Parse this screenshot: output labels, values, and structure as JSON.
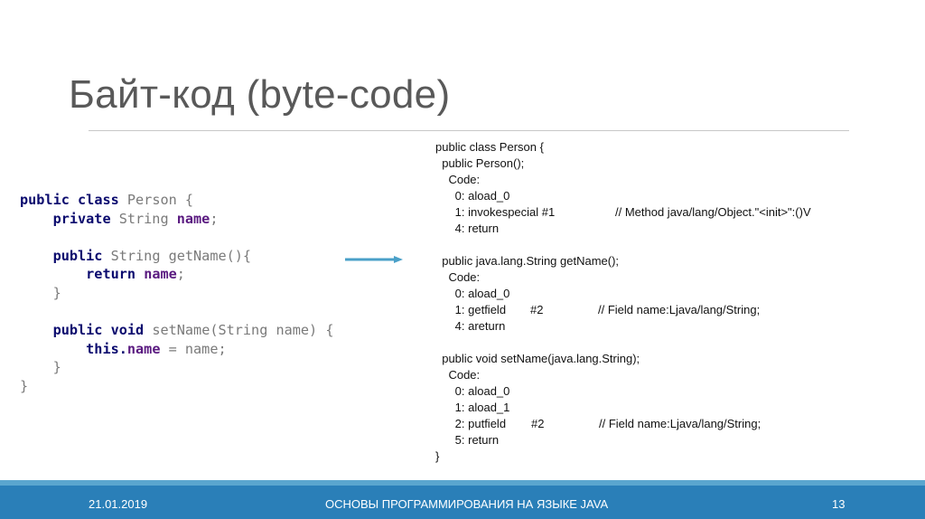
{
  "slide": {
    "title": "Байт-код (byte-code)",
    "java_source": {
      "l1": {
        "kw1": "public",
        "kw2": "class",
        "rest": " Person {"
      },
      "l2": {
        "kw1": "private",
        "type": " String ",
        "fld": "name",
        "rest": ";"
      },
      "l4": {
        "kw1": "public",
        "rest": " String getName(){"
      },
      "l5": {
        "kw1": "return",
        "fld": "name",
        "rest": ";"
      },
      "l6": "}",
      "l8": {
        "kw1": "public",
        "kw2": "void",
        "rest": " setName(String name) {"
      },
      "l9": {
        "kw1": "this",
        "dot": ".",
        "fld": "name",
        "rest": " = name;"
      },
      "l10": "}",
      "l11": "}"
    },
    "bytecode": {
      "l1": "public class Person {",
      "l2": "  public Person();",
      "l3": "    Code:",
      "l4": "      0: aload_0",
      "l5": "      1: invokespecial #1",
      "l5c": "// Method java/lang/Object.\"<init>\":()V",
      "l6": "      4: return",
      "l8": "  public java.lang.String getName();",
      "l9": "    Code:",
      "l10": "      0: aload_0",
      "l11": "      1: getfield",
      "l11b": "#2",
      "l11c": "// Field name:Ljava/lang/String;",
      "l12": "      4: areturn",
      "l14": "  public void setName(java.lang.String);",
      "l15": "    Code:",
      "l16": "      0: aload_0",
      "l17": "      1: aload_1",
      "l18": "      2: putfield",
      "l18b": "#2",
      "l18c": "// Field name:Ljava/lang/String;",
      "l19": "      5: return",
      "l20": "}"
    },
    "arrow_icon": "arrow-right-icon"
  },
  "footer": {
    "date": "21.01.2019",
    "course": "ОСНОВЫ ПРОГРАММИРОВАНИЯ НА ЯЗЫКЕ JAVA",
    "page": "13"
  },
  "colors": {
    "footer_bg": "#2a7fb8",
    "footer_stripe": "#5aa6cf",
    "keyword": "#0a0a6e",
    "field": "#5a1a80",
    "arrow": "#4aa0c8"
  }
}
